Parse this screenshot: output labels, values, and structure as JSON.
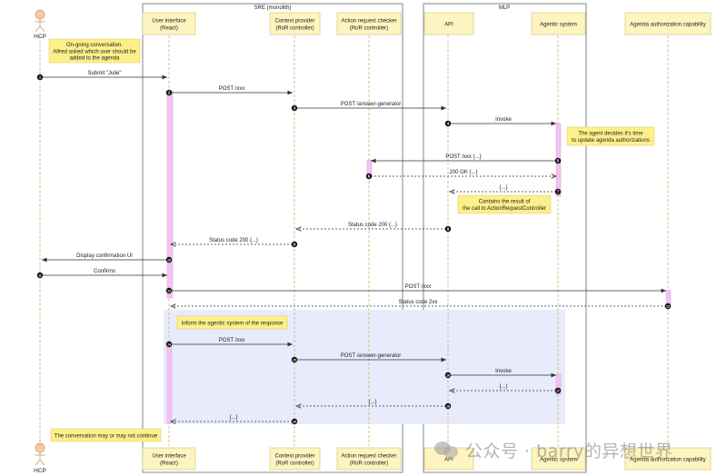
{
  "groups": {
    "sre": "SRE (monolith)",
    "mlp": "MLP"
  },
  "participants": {
    "hcp": "HCP",
    "ui": [
      "User interface",
      "(React)"
    ],
    "ctx": [
      "Context provider",
      "(RoR controller)"
    ],
    "arc": [
      "Action request checker",
      "(RoR controller)"
    ],
    "api": [
      "API"
    ],
    "agent": [
      "Agentic system"
    ],
    "agenda": [
      "Agenda authorization capability"
    ]
  },
  "notes": {
    "n1": [
      "On-going conversation.",
      "Alfred asked which user should be",
      "added to the agenda"
    ],
    "n2": [
      "The agent decides it's time",
      "to update agenda authorizations"
    ],
    "n3": [
      "Contains the result of",
      "the call to ActionRequestController"
    ],
    "n4": [
      "Inform the agentic system of the response"
    ],
    "n5": [
      "The conversation may or may not continue"
    ]
  },
  "messages": [
    {
      "n": "1",
      "label": "Submit \"Julie\""
    },
    {
      "n": "2",
      "label": "POST /xxx"
    },
    {
      "n": "3",
      "label": "POST /answer-generator"
    },
    {
      "n": "4",
      "label": "Invoke"
    },
    {
      "n": "5",
      "label": "POST /xxx {...}"
    },
    {
      "n": "6",
      "label": "200 OK {...}"
    },
    {
      "n": "7",
      "label": "{...}"
    },
    {
      "n": "8",
      "label": "Status code 200 {...}"
    },
    {
      "n": "9",
      "label": "Status code 200 {...}"
    },
    {
      "n": "10",
      "label": "Display confirmation UI"
    },
    {
      "n": "11",
      "label": "Confirms"
    },
    {
      "n": "12",
      "label": "POST /xxx"
    },
    {
      "n": "13",
      "label": "Status code 2xx"
    },
    {
      "n": "14",
      "label": "POST /xxx"
    },
    {
      "n": "15",
      "label": "POST /answer-generator"
    },
    {
      "n": "16",
      "label": "Invoke"
    },
    {
      "n": "17",
      "label": "{...}"
    },
    {
      "n": "18",
      "label": "{...}"
    },
    {
      "n": "19",
      "label": "{...}"
    }
  ],
  "watermark": "公众号 · barry的异想世界",
  "colors": {
    "lifeline": "#c8b86a",
    "box_fill": "#fdf4c0",
    "box_border": "#d8cf8a",
    "activation": "#f3c2f3",
    "highlight": "#e7ebfb",
    "note_fill": "#fdf08a",
    "actor": "#f7c9a0"
  }
}
